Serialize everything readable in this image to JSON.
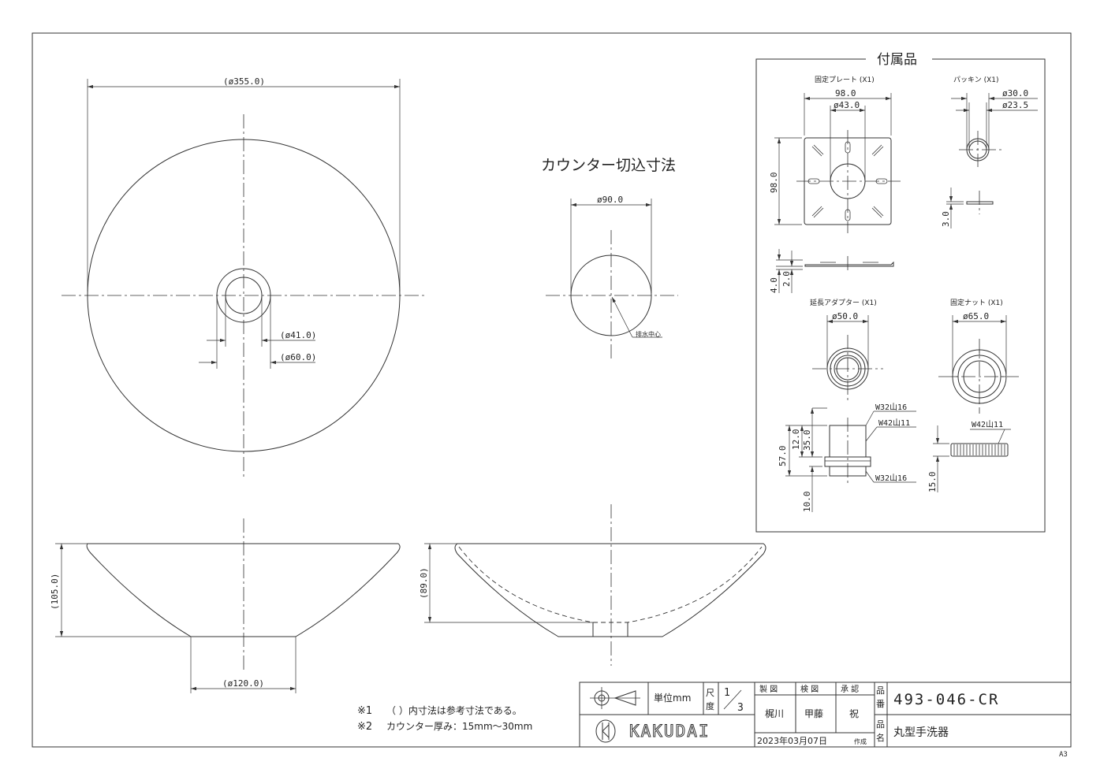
{
  "main_view": {
    "dim_outer_diameter": "(ø355.0)",
    "dim_inner_hole": "(ø41.0)",
    "dim_outer_hole": "(ø60.0)"
  },
  "side_view": {
    "dim_height": "(105.0)",
    "dim_base": "(ø120.0)"
  },
  "section_view": {
    "dim_depth": "(89.0)"
  },
  "cutout": {
    "title": "カウンター切込寸法",
    "dim_diameter": "ø90.0",
    "drain_label": "排水中心"
  },
  "accessories": {
    "title": "付属品",
    "plate": {
      "label": "固定プレート (X1)",
      "dim_width": "98.0",
      "dim_hole": "ø43.0",
      "dim_height": "98.0",
      "dim_thick_total": "4.0",
      "dim_thick": "2.0"
    },
    "packing": {
      "label": "パッキン (X1)",
      "dim_outer": "ø30.0",
      "dim_inner": "ø23.5",
      "dim_thick": "3.0"
    },
    "adapter": {
      "label": "延長アダプター (X1)",
      "dim_diameter": "ø50.0",
      "thread_top": "W32山16",
      "thread_mid": "W42山11",
      "thread_bottom": "W32山16",
      "dim_total": "57.0",
      "dim_top": "12.0",
      "dim_mid": "35.0",
      "dim_bottom": "10.0"
    },
    "nut": {
      "label": "固定ナット (X1)",
      "dim_diameter": "ø65.0",
      "thread": "W42山11",
      "dim_height": "15.0"
    }
  },
  "notes": {
    "note1_mark": "※1",
    "note1_text": "（ ）内寸法は参考寸法である。",
    "note2_mark": "※2",
    "note2_text": "カウンター厚み：15mm～30mm"
  },
  "title_block": {
    "unit_label": "単位mm",
    "scale_label_a": "尺",
    "scale_label_b": "度",
    "scale_num": "1",
    "scale_den": "3",
    "hdr_drawn": "製 図",
    "hdr_checked": "検 図",
    "hdr_approved": "承 認",
    "name_drawn": "梶川",
    "name_checked": "甲藤",
    "name_approved": "祝",
    "date": "2023年03月07日",
    "date_suffix": "作成",
    "part_no_label_a": "品",
    "part_no_label_b": "番",
    "part_no": "493-046-CR",
    "part_name_label_a": "品",
    "part_name_label_b": "名",
    "part_name": "丸型手洗器",
    "brand": "KAKUDAI",
    "sheet_size": "A3"
  }
}
